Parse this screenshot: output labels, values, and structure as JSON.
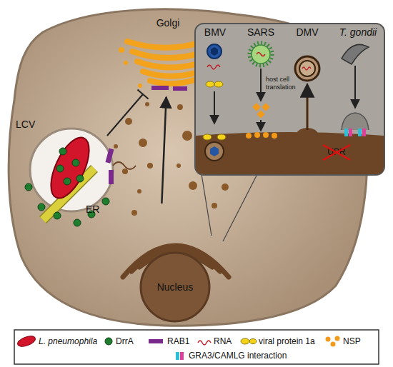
{
  "diagram": {
    "nodes": [
      {
        "text": [
          "Golgi"
        ]
      },
      {
        "text": [
          "LCV"
        ]
      },
      {
        "text": [
          "ER"
        ]
      },
      {
        "text": [
          "Nucleus"
        ]
      },
      {
        "text": [
          "BMV"
        ]
      },
      {
        "text": [
          "SARS"
        ]
      },
      {
        "text": [
          "DMV"
        ]
      },
      {
        "text": [
          "T. gondii"
        ]
      }
    ],
    "edges": [
      {
        "from": 2,
        "to": 0,
        "arrow": "to"
      }
    ],
    "labels": [
      "host cell translation",
      "UPR"
    ],
    "legend": [
      {
        "text": "L. pneumophila"
      },
      {
        "text": "DrrA"
      },
      {
        "text": "RAB1"
      },
      {
        "text": "RNA"
      },
      {
        "text": "viral protein 1a"
      },
      {
        "text": "NSP"
      },
      {
        "text": "GRA3/CAMLG interaction"
      }
    ]
  }
}
